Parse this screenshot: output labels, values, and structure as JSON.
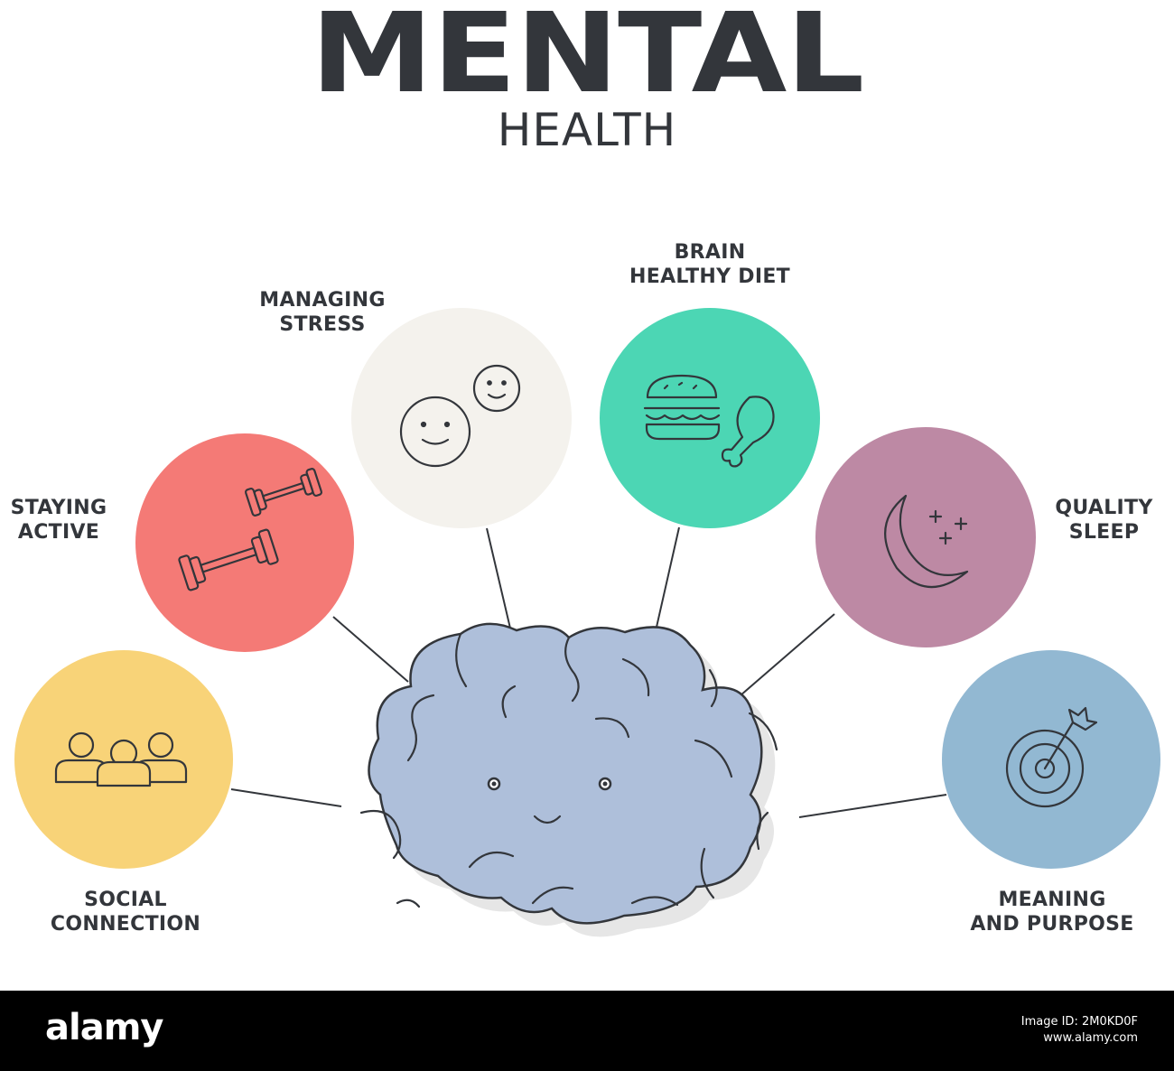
{
  "title": {
    "main": "MENTAL",
    "sub": "HEALTH"
  },
  "pillars": [
    {
      "id": "social-connection",
      "lines": [
        "SOCIAL",
        "CONNECTION"
      ],
      "color": "#f8d378",
      "icon": "people-group-icon"
    },
    {
      "id": "staying-active",
      "lines": [
        "STAYING",
        "ACTIVE"
      ],
      "color": "#f47a76",
      "icon": "dumbbell-icon"
    },
    {
      "id": "managing-stress",
      "lines": [
        "MANAGING",
        "STRESS"
      ],
      "color": "#f4f2ed",
      "icon": "smiley-faces-icon"
    },
    {
      "id": "brain-healthy-diet",
      "lines": [
        "BRAIN",
        "HEALTHY DIET"
      ],
      "color": "#4cd6b4",
      "icon": "burger-drumstick-icon"
    },
    {
      "id": "quality-sleep",
      "lines": [
        "QUALITY",
        "SLEEP"
      ],
      "color": "#bd89a4",
      "icon": "moon-stars-icon"
    },
    {
      "id": "meaning-and-purpose",
      "lines": [
        "MEANING",
        "AND PURPOSE"
      ],
      "color": "#92b8d2",
      "icon": "target-dart-icon"
    }
  ],
  "brain": {
    "color": "#aebfda",
    "shadow": "#e6e6e6",
    "icon": "brain-face-icon"
  },
  "footer": {
    "logo": "alamy",
    "image_id": "Image ID: 2M0KD0F",
    "site": "www.alamy.com"
  }
}
